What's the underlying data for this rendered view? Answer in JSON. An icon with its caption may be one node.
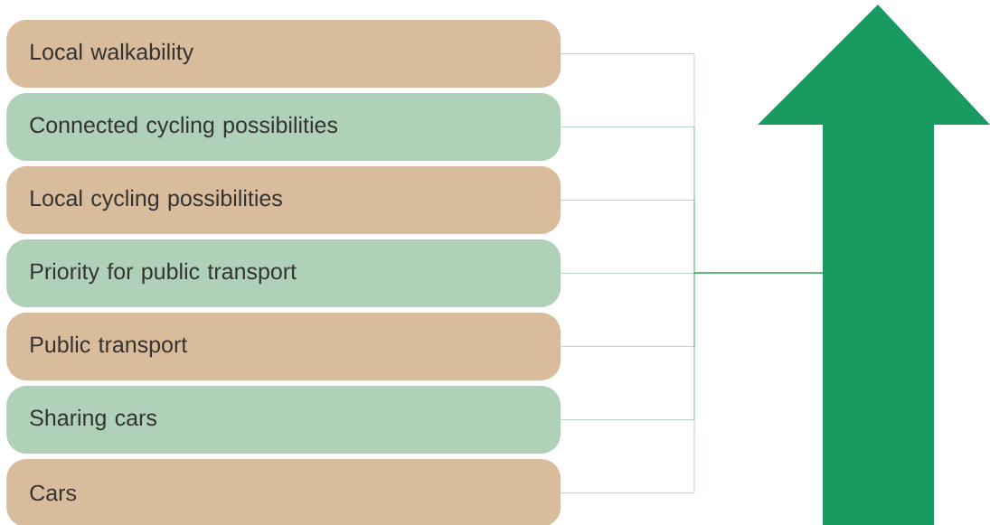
{
  "diagram": {
    "nodes": [
      {
        "text": [
          "Local walkability"
        ]
      },
      {
        "text": [
          "Connected cycling possibilities"
        ]
      },
      {
        "text": [
          "Local cycling possibilities"
        ]
      },
      {
        "text": [
          "Priority for public transport"
        ]
      },
      {
        "text": [
          "Public transport"
        ]
      },
      {
        "text": [
          "Sharing cars"
        ]
      },
      {
        "text": [
          "Cars"
        ]
      },
      {
        "text": [],
        "shape": "arrow"
      }
    ],
    "edges": [
      {
        "from": 0,
        "to": 7,
        "arrow": "none"
      },
      {
        "from": 1,
        "to": 7,
        "arrow": "none"
      },
      {
        "from": 2,
        "to": 7,
        "arrow": "none"
      },
      {
        "from": 3,
        "to": 7,
        "arrow": "none"
      },
      {
        "from": 4,
        "to": 7,
        "arrow": "none"
      },
      {
        "from": 5,
        "to": 7,
        "arrow": "none"
      },
      {
        "from": 6,
        "to": 7,
        "arrow": "none"
      }
    ]
  }
}
